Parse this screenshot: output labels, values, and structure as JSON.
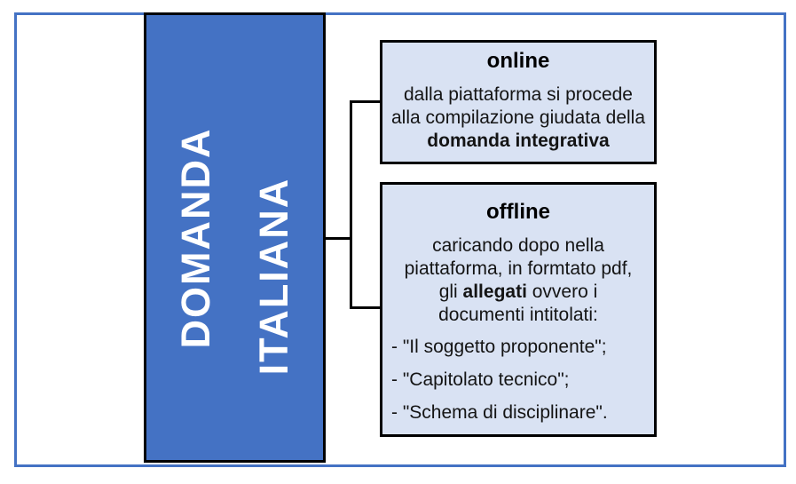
{
  "root": {
    "line1": "DOMANDA",
    "line2": "ITALIANA"
  },
  "online_box": {
    "title": "online",
    "line1": "dalla piattaforma si procede",
    "line2": "alla compilazione giudata della",
    "line3_bold": "domanda integrativa"
  },
  "offline_box": {
    "title": "offline",
    "line1": "caricando dopo nella",
    "line2": "piattaforma, in formtato pdf,",
    "line3_prefix": "gli ",
    "line3_bold": "allegati",
    "line3_suffix": " ovvero i",
    "line4": "documenti intitolati:",
    "bullets": [
      "- \"Il soggetto proponente\";",
      "- \"Capitolato tecnico\";",
      "- \"Schema di disciplinare\"."
    ]
  },
  "colors": {
    "accent_blue": "#4472C4",
    "node_fill": "#D9E2F3",
    "border_black": "#000000",
    "outer_border_blue": "#4472C4",
    "root_text_white": "#FFFFFF"
  }
}
